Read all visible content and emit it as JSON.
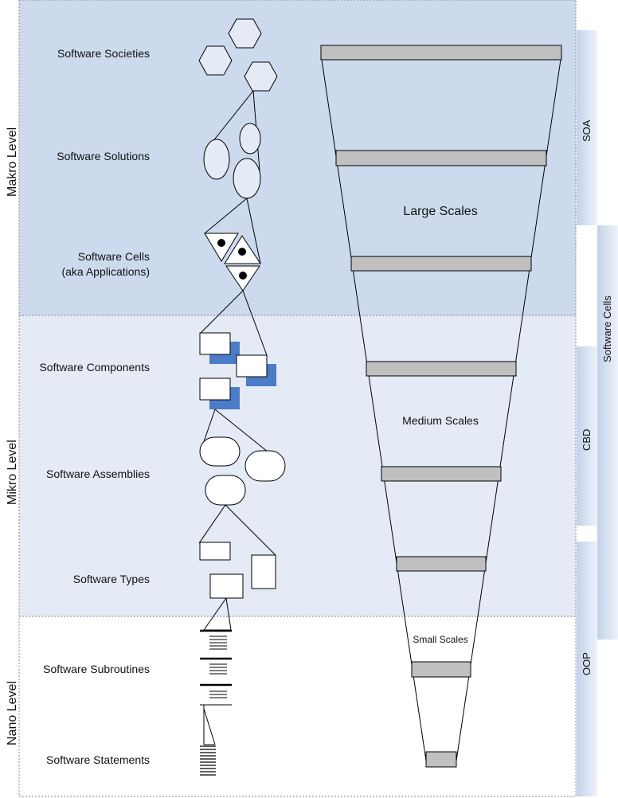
{
  "levels": {
    "makro": "Makro Level",
    "mikro": "Mikro Level",
    "nano": "Nano Level"
  },
  "labels": {
    "societies": "Software Societies",
    "solutions": "Software Solutions",
    "cells_1": "Software Cells",
    "cells_2": "(aka Applications)",
    "components": "Software Components",
    "assemblies": "Software Assemblies",
    "types": "Software Types",
    "subroutines": "Software Subroutines",
    "statements": "Software Statements"
  },
  "scales": {
    "large": "Large Scales",
    "medium": "Medium Scales",
    "small": "Small Scales"
  },
  "side": {
    "soa": "SOA",
    "cbd": "CBD",
    "oop": "OOP",
    "software_cells": "Software Cells"
  },
  "colors": {
    "makro_band": "#cddaee",
    "mikro_band": "#e4eaf6",
    "nano_band": "#ffffff",
    "component_shadow": "#4a7cc7",
    "bar_fill": "#c0c0c0"
  }
}
